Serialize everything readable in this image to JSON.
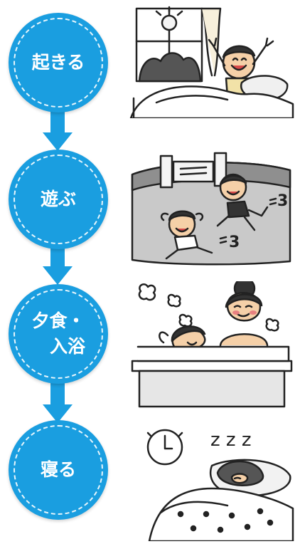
{
  "theme": {
    "circle_color": "#1a9ee0",
    "arrow_color": "#1a9ee0",
    "text_color": "#ffffff"
  },
  "steps": [
    {
      "label": "起きる",
      "illustration": "child-waking-up-illustration"
    },
    {
      "label": "遊ぶ",
      "illustration": "children-playing-illustration"
    },
    {
      "label_lines": [
        "夕食・",
        "入浴"
      ],
      "illustration": "mother-child-bath-illustration"
    },
    {
      "label": "寝る",
      "illustration": "child-sleeping-illustration"
    }
  ],
  "illustration_text": {
    "sleep_sound": "z z z"
  }
}
